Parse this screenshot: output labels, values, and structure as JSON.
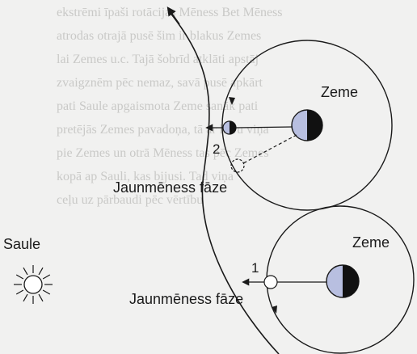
{
  "labels": {
    "earth_top": "Zeme",
    "earth_bottom": "Zeme",
    "sun": "Saule",
    "phase_top": "Jaunmēness fāze",
    "phase_bottom": "Jaunmēness fāze",
    "position_1": "1",
    "position_2": "2"
  },
  "background_text_lines": [
    "ekstrēmi īpaši rotācijas Mēness Bet Mēness",
    "atrodas otrajā pusē šim ir blakus Zemes",
    "lai Zemes u.c. Tajā šobrīd atklāti apstāj",
    "zvaigznēm pēc nemaz, savā pusē apkārt",
    "pati Saule apgaismota Zeme sanāk pati",
    "pretējās Zemes pavadoņa, tā ar kuru viņa",
    "pie Zemes un otrā Mēness tas pēc Zemes",
    "kopā ap Sauli, kas bijusi. Tad viņa",
    "ceļu uz pārbaudi pēc vērtību"
  ],
  "colors": {
    "background": "#f1f1f0",
    "ink": "#1a1a1a",
    "moon_lit": "#b8bfe0",
    "earth_dark": "#111111"
  }
}
